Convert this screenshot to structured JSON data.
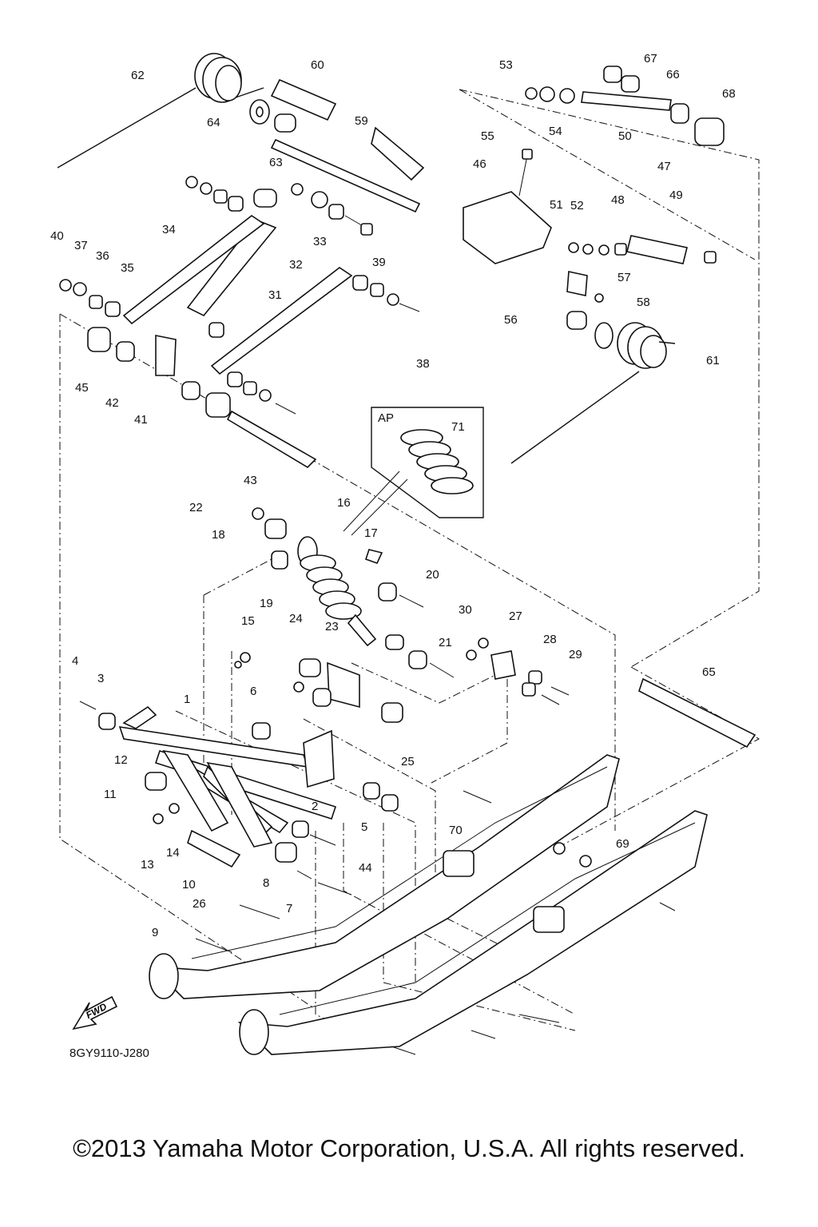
{
  "diagram_code": "8GY9110-J280",
  "copyright": "©2013 Yamaha Motor Corporation, U.S.A. All rights reserved.",
  "inset_label": "AP",
  "direction_label": "FWD",
  "parts": [
    {
      "id": "1",
      "label": "1"
    },
    {
      "id": "2",
      "label": "2"
    },
    {
      "id": "3",
      "label": "3"
    },
    {
      "id": "4",
      "label": "4"
    },
    {
      "id": "5",
      "label": "5"
    },
    {
      "id": "6",
      "label": "6"
    },
    {
      "id": "7",
      "label": "7"
    },
    {
      "id": "8",
      "label": "8"
    },
    {
      "id": "9",
      "label": "9"
    },
    {
      "id": "10",
      "label": "10"
    },
    {
      "id": "11",
      "label": "11"
    },
    {
      "id": "12",
      "label": "12"
    },
    {
      "id": "13",
      "label": "13"
    },
    {
      "id": "14",
      "label": "14"
    },
    {
      "id": "15",
      "label": "15"
    },
    {
      "id": "16",
      "label": "16"
    },
    {
      "id": "17",
      "label": "17"
    },
    {
      "id": "18",
      "label": "18"
    },
    {
      "id": "19",
      "label": "19"
    },
    {
      "id": "20",
      "label": "20"
    },
    {
      "id": "21",
      "label": "21"
    },
    {
      "id": "22",
      "label": "22"
    },
    {
      "id": "23",
      "label": "23"
    },
    {
      "id": "24",
      "label": "24"
    },
    {
      "id": "25",
      "label": "25"
    },
    {
      "id": "26",
      "label": "26"
    },
    {
      "id": "27",
      "label": "27"
    },
    {
      "id": "28",
      "label": "28"
    },
    {
      "id": "29",
      "label": "29"
    },
    {
      "id": "30",
      "label": "30"
    },
    {
      "id": "31",
      "label": "31"
    },
    {
      "id": "32",
      "label": "32"
    },
    {
      "id": "33",
      "label": "33"
    },
    {
      "id": "34",
      "label": "34"
    },
    {
      "id": "35",
      "label": "35"
    },
    {
      "id": "36",
      "label": "36"
    },
    {
      "id": "37",
      "label": "37"
    },
    {
      "id": "38",
      "label": "38"
    },
    {
      "id": "39",
      "label": "39"
    },
    {
      "id": "40",
      "label": "40"
    },
    {
      "id": "41",
      "label": "41"
    },
    {
      "id": "42",
      "label": "42"
    },
    {
      "id": "43",
      "label": "43"
    },
    {
      "id": "44",
      "label": "44"
    },
    {
      "id": "45",
      "label": "45"
    },
    {
      "id": "46",
      "label": "46"
    },
    {
      "id": "47",
      "label": "47"
    },
    {
      "id": "48",
      "label": "48"
    },
    {
      "id": "49",
      "label": "49"
    },
    {
      "id": "50",
      "label": "50"
    },
    {
      "id": "51",
      "label": "51"
    },
    {
      "id": "52",
      "label": "52"
    },
    {
      "id": "53",
      "label": "53"
    },
    {
      "id": "54",
      "label": "54"
    },
    {
      "id": "55",
      "label": "55"
    },
    {
      "id": "56",
      "label": "56"
    },
    {
      "id": "57",
      "label": "57"
    },
    {
      "id": "58",
      "label": "58"
    },
    {
      "id": "59",
      "label": "59"
    },
    {
      "id": "60",
      "label": "60"
    },
    {
      "id": "61",
      "label": "61"
    },
    {
      "id": "62",
      "label": "62"
    },
    {
      "id": "63",
      "label": "63"
    },
    {
      "id": "64",
      "label": "64"
    },
    {
      "id": "65",
      "label": "65"
    },
    {
      "id": "66",
      "label": "66"
    },
    {
      "id": "67",
      "label": "67"
    },
    {
      "id": "68",
      "label": "68"
    },
    {
      "id": "69",
      "label": "69"
    },
    {
      "id": "70",
      "label": "70"
    },
    {
      "id": "71",
      "label": "71"
    }
  ]
}
